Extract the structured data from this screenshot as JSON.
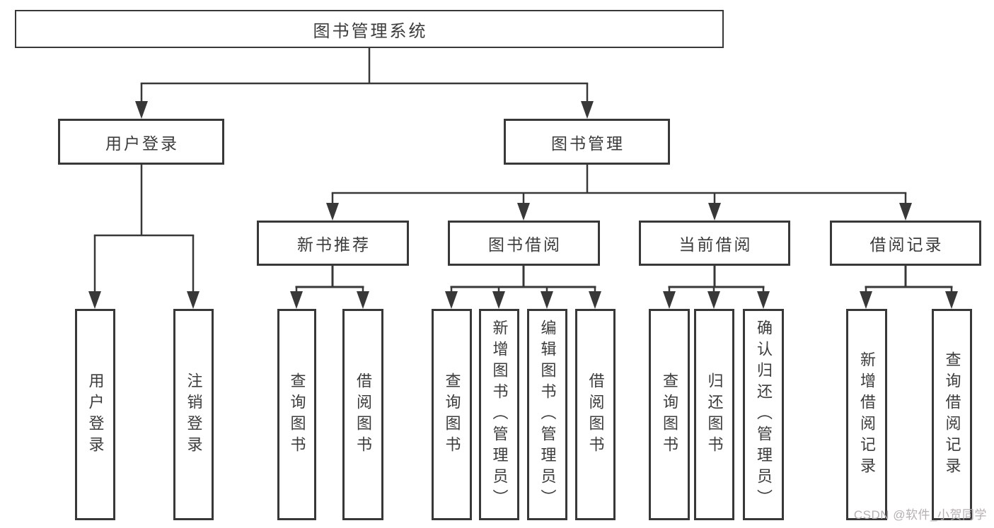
{
  "diagram": {
    "root": {
      "label": "图书管理系统"
    },
    "level1": [
      {
        "label": "用户登录"
      },
      {
        "label": "图书管理"
      }
    ],
    "level2": [
      {
        "label": "新书推荐"
      },
      {
        "label": "图书借阅"
      },
      {
        "label": "当前借阅"
      },
      {
        "label": "借阅记录"
      }
    ],
    "leaves": {
      "user_login": [
        {
          "label": "用户登录"
        },
        {
          "label": "注销登录"
        }
      ],
      "new_books": [
        {
          "label": "查询图书"
        },
        {
          "label": "借阅图书"
        }
      ],
      "book_borrow": [
        {
          "label": "查询图书"
        },
        {
          "label": "新增图书（管理员）"
        },
        {
          "label": "编辑图书（管理员）"
        },
        {
          "label": "借阅图书"
        }
      ],
      "current_borrow": [
        {
          "label": "查询图书"
        },
        {
          "label": "归还图书"
        },
        {
          "label": "确认归还（管理员）"
        }
      ],
      "borrow_records": [
        {
          "label": "新增借阅记录"
        },
        {
          "label": "查询借阅记录"
        }
      ]
    },
    "colors": {
      "line": "#383838",
      "text": "#3c3c3c",
      "watermark": "#b7b0b0"
    }
  },
  "watermark": {
    "text": "CSDN @软件_小贺同学"
  }
}
